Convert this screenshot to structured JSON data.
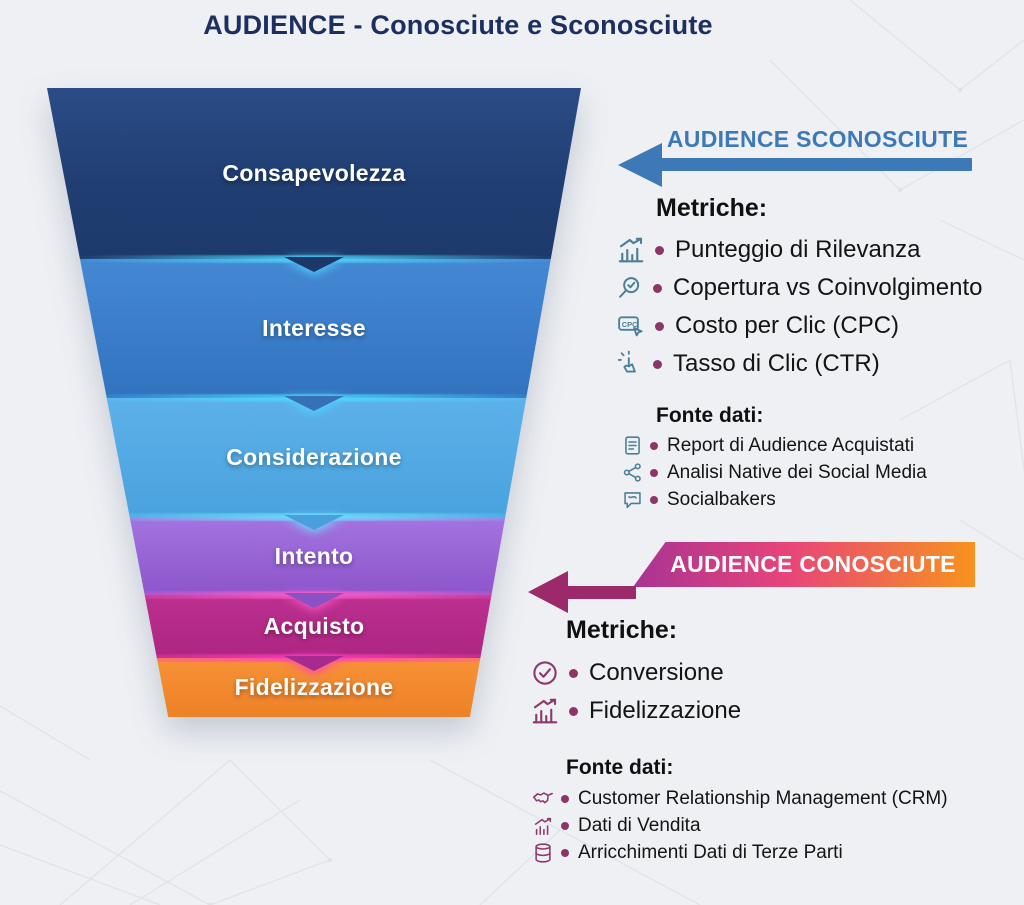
{
  "title": "AUDIENCE - Conosciute e Sconosciute",
  "funnel": {
    "stages": [
      {
        "label": "Consapevolezza",
        "color": "#20406f"
      },
      {
        "label": "Interesse",
        "color": "#3b7cc9"
      },
      {
        "label": "Considerazione",
        "color": "#53aae4"
      },
      {
        "label": "Intento",
        "color": "#9863d6"
      },
      {
        "label": "Acquisto",
        "color": "#b52b88"
      },
      {
        "label": "Fidelizzazione",
        "color": "#f28a30"
      }
    ],
    "divider_glow_colors": [
      "#4fd9ff",
      "#4fd9ff",
      "#6fe2ff",
      "#ff5ecb",
      "#ff3fbf"
    ]
  },
  "unknown_audience": {
    "heading": "AUDIENCE SCONOSCIUTE",
    "accent_color": "#3d79b6",
    "metrics_title": "Metriche:",
    "metrics": [
      {
        "icon": "relevance-score-chart-icon",
        "label": "Punteggio di Rilevanza"
      },
      {
        "icon": "magnifier-check-icon",
        "label": "Copertura vs Coinvolgimento"
      },
      {
        "icon": "cpc-click-icon",
        "label": "Costo per Clic (CPC)"
      },
      {
        "icon": "tap-click-icon",
        "label": "Tasso di Clic (CTR)"
      }
    ],
    "sources_title": "Fonte dati:",
    "sources": [
      {
        "icon": "report-document-icon",
        "label": "Report di Audience Acquistati"
      },
      {
        "icon": "share-network-icon",
        "label": "Analisi Native dei Social Media"
      },
      {
        "icon": "chat-bubble-icon",
        "label": "Socialbakers"
      }
    ]
  },
  "known_audience": {
    "heading": "AUDIENCE CONOSCIUTE",
    "accent_color": "#9c2a6b",
    "banner_gradient": [
      "#a83393",
      "#e8447a",
      "#f7931e"
    ],
    "metrics_title": "Metriche:",
    "metrics": [
      {
        "icon": "circle-check-icon",
        "label": "Conversione"
      },
      {
        "icon": "growth-chart-icon",
        "label": "Fidelizzazione"
      }
    ],
    "sources_title": "Fonte dati:",
    "sources": [
      {
        "icon": "handshake-icon",
        "label": "Customer Relationship Management (CRM)"
      },
      {
        "icon": "sales-chart-icon",
        "label": "Dati di Vendita"
      },
      {
        "icon": "database-icon",
        "label": "Arricchimenti Dati di Terze Parti"
      }
    ]
  }
}
